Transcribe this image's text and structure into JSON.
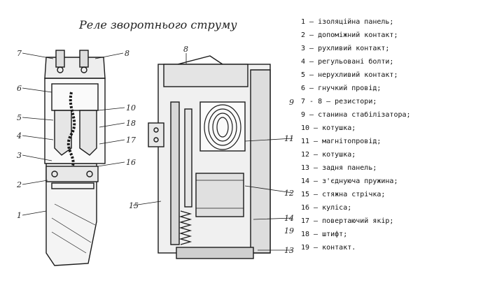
{
  "slide": {
    "title": "Реле зворотнього струму",
    "legend": [
      "1 – ізоляційна панель;",
      "2 – допоміжний контакт;",
      "3 – рухливий контакт;",
      "4 – регульовані болти;",
      "5 – нерухливий контакт;",
      "6 – гнучкий провід;",
      "7 - 8 – резистори;",
      "9 – станина стабілізатора;",
      "10 – котушка;",
      "11 – магнітопровід;",
      "12 – котушка;",
      "13 – задня панель;",
      "14 – з'єднуюча пружина;",
      "15 – стяжна стрічка;",
      "16 – куліса;",
      "17 – повертаючий якір;",
      "18 – штифт;",
      "19 – контакт."
    ],
    "figure": {
      "callouts": [
        "7",
        "8",
        "6",
        "10",
        "5",
        "18",
        "4",
        "17",
        "3",
        "16",
        "2",
        "1",
        "8",
        "9",
        "11",
        "15",
        "13",
        "12",
        "14",
        "19"
      ]
    }
  }
}
